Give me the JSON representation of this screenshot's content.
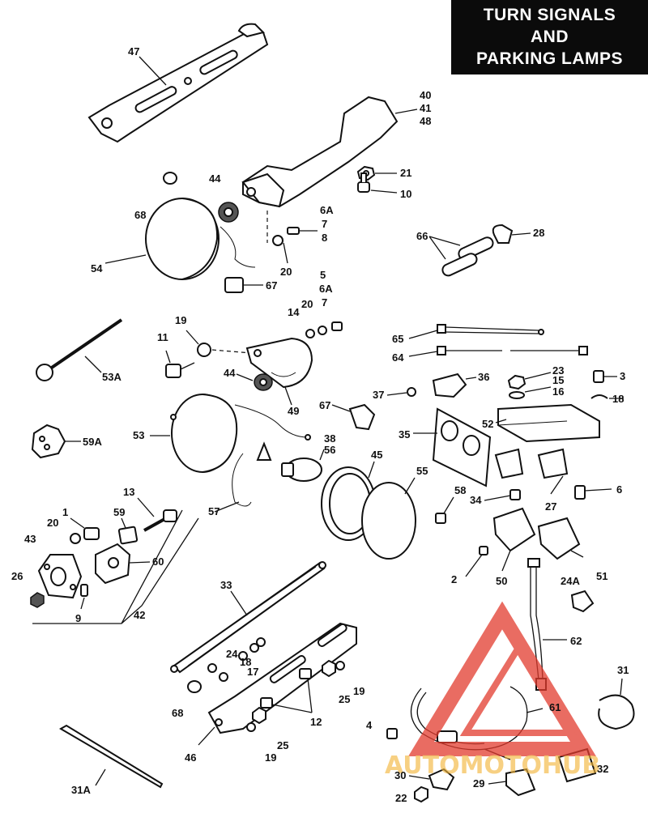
{
  "title": {
    "line1": "TURN SIGNALS",
    "line2": "AND",
    "line3": "PARKING LAMPS"
  },
  "watermark": {
    "text": "AUTOMOTOHUB",
    "color_primary": "#e23b2e",
    "color_secondary": "#f3b63b",
    "color_tertiary": "#444444"
  },
  "callouts": [
    "47",
    "40",
    "41",
    "48",
    "21",
    "10",
    "44",
    "68",
    "6A",
    "7",
    "8",
    "54",
    "20",
    "67",
    "66",
    "28",
    "5",
    "6A",
    "7",
    "19",
    "20",
    "14",
    "11",
    "44",
    "53A",
    "49",
    "65",
    "64",
    "23",
    "3",
    "15",
    "16",
    "18",
    "36",
    "37",
    "52",
    "67",
    "53",
    "59A",
    "38",
    "56",
    "35",
    "45",
    "55",
    "58",
    "6",
    "27",
    "34",
    "13",
    "59",
    "57",
    "1",
    "20",
    "43",
    "60",
    "2",
    "50",
    "51",
    "24A",
    "26",
    "9",
    "42",
    "33",
    "62",
    "24",
    "18",
    "17",
    "19",
    "25",
    "31",
    "68",
    "12",
    "25",
    "19",
    "61",
    "46",
    "4",
    "30",
    "29",
    "32",
    "22",
    "31A"
  ]
}
